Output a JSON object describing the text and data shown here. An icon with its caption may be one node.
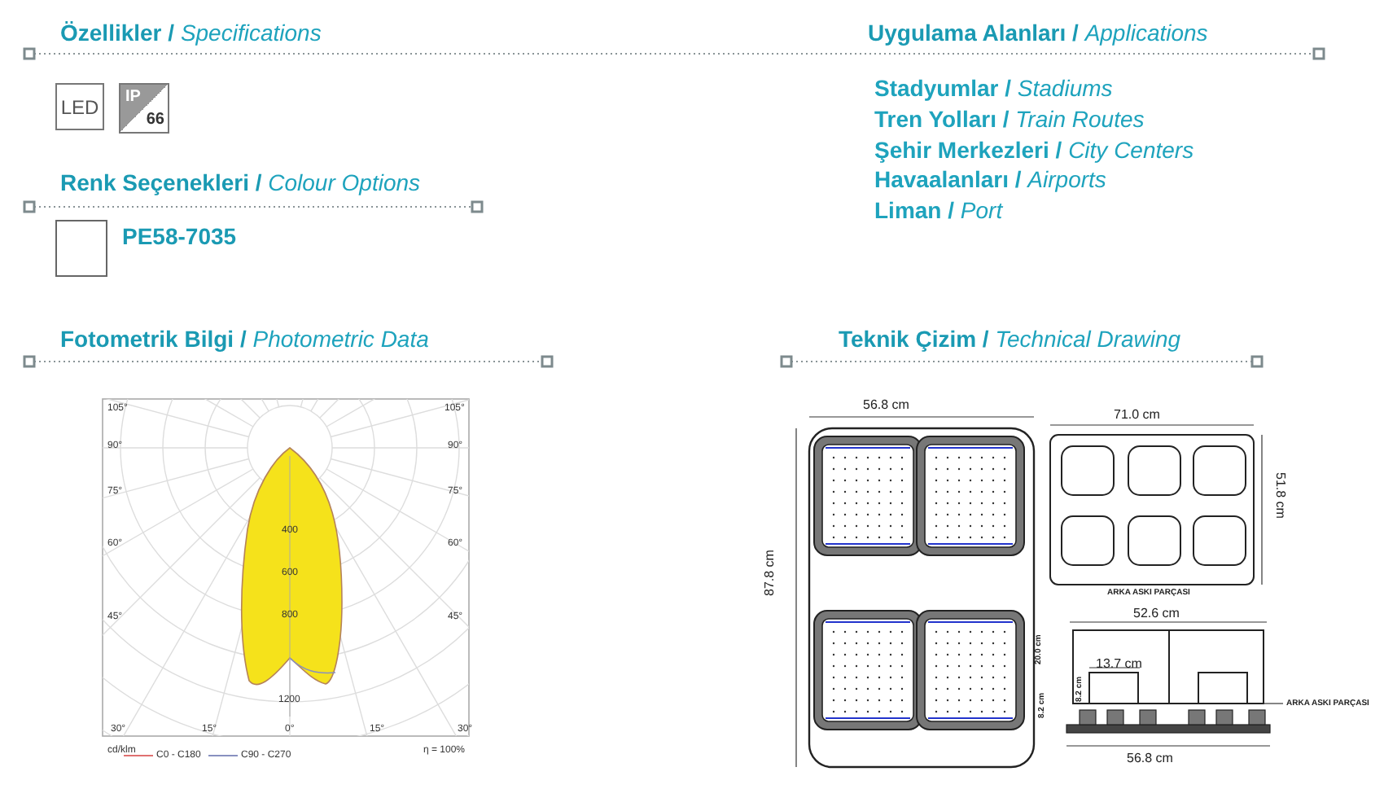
{
  "diagram": {
    "labels": [
      "**Özellikler /** *Specifications*",
      "**Uygulama Alanları /** *Applications*",
      "LED",
      "IP",
      "66",
      "**Stadyumlar /** *Stadiums*",
      "**Tren Yolları /** *Train Routes*",
      "**Şehir Merkezleri /** *City Centers*",
      "**Havaalanları /** *Airports*",
      "**Liman /** *Port*",
      "**Renk Seçenekleri /** *Colour Options*",
      "**Fotometrik Bilgi /** *Photometric Data*",
      "**Teknik Çizim /** *Technical Drawing*",
      "105°",
      "105°",
      "90°",
      "90°",
      "75°",
      "75°",
      "60°",
      "60°",
      "45°",
      "45°",
      "400",
      "600",
      "800",
      "1200",
      "30°",
      "15°",
      "0°",
      "15°",
      "30°",
      "cd/klm",
      "η = 100%",
      "56.8 cm",
      "87.8 cm",
      "71.0 cm",
      "51.8 cm",
      "ARKA ASKI PARÇASI",
      "52.6 cm",
      "20.0 cm",
      "13.7 cm",
      "8.2 cm",
      "8.2 cm",
      "ARKA ASKI PARÇASI",
      "56.8 cm"
    ],
    "legend": [
      {
        "text": "C0 - C180"
      },
      {
        "text": "C90 - C270"
      },
      {
        "text": "PE58-7035",
        "color": "#ffffff"
      }
    ]
  }
}
